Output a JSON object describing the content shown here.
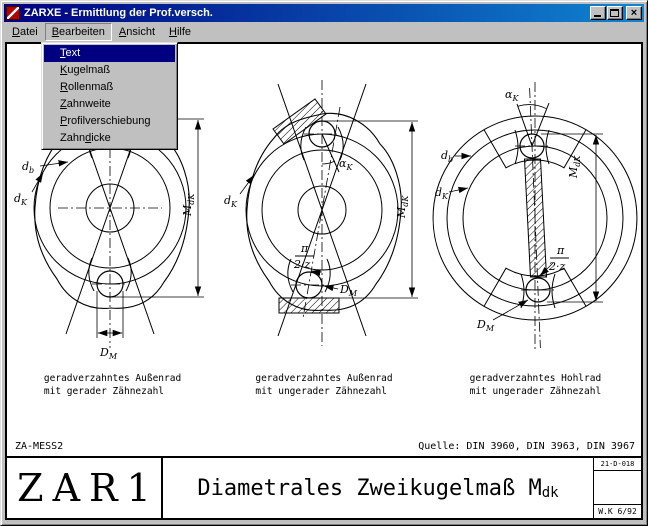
{
  "window": {
    "title": "ZARXE - Ermittlung der Prof.versch.",
    "controls": {
      "close_glyph": "×"
    }
  },
  "menubar": {
    "items": [
      {
        "pre": "",
        "key": "D",
        "post": "atei"
      },
      {
        "pre": "",
        "key": "B",
        "post": "earbeiten"
      },
      {
        "pre": "",
        "key": "A",
        "post": "nsicht"
      },
      {
        "pre": "",
        "key": "H",
        "post": "ilfe"
      }
    ]
  },
  "dropdown": {
    "items": [
      {
        "pre": "",
        "key": "T",
        "post": "ext"
      },
      {
        "pre": "",
        "key": "K",
        "post": "ugelmaß"
      },
      {
        "pre": "",
        "key": "R",
        "post": "ollenmaß"
      },
      {
        "pre": "",
        "key": "Z",
        "post": "ahnweite"
      },
      {
        "pre": "",
        "key": "P",
        "post": "rofilverschiebung"
      },
      {
        "pre": "Zahn",
        "key": "d",
        "post": "icke"
      }
    ]
  },
  "figures": {
    "captions": [
      {
        "line1": "geradverzahntes Außenrad",
        "line2": "mit gerader Zähnezahl"
      },
      {
        "line1": "geradverzahntes Außenrad",
        "line2": "mit ungerader Zähnezahl"
      },
      {
        "line1": "geradverzahntes Hohlrad",
        "line2": "mit ungerader Zähnezahl"
      }
    ],
    "labels": {
      "M": "M",
      "M_sub": "dK",
      "d": "d",
      "b_sub": "b",
      "K_sub": "K",
      "D": "D",
      "DM_sub": "M",
      "alpha": "α",
      "alpha_sub": "K",
      "pi": "π",
      "two_z": "2·z"
    }
  },
  "footer": {
    "left": "ZA-MESS2",
    "source": "Quelle: DIN 3960, DIN 3963, DIN 3967"
  },
  "titleblock": {
    "logo": "ZAR1",
    "title": "Diametrales Zweikugelmaß M",
    "title_sub": "dk",
    "doc_no": "21-D-018",
    "credit": "W.K 6/92"
  }
}
